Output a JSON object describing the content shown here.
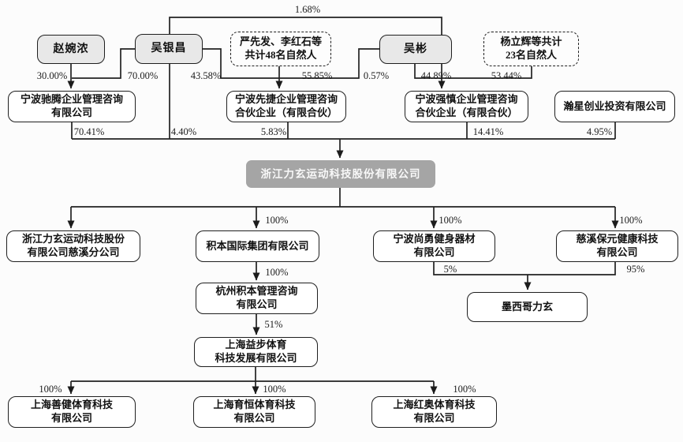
{
  "nodes": {
    "zhao": "赵婉浓",
    "wu_yinchang": "吴银昌",
    "yan_group": "严先发、李红石等\n共计48名自然人",
    "wu_bin": "吴彬",
    "yang_group": "杨立辉等共计\n23名自然人",
    "chiteng": "宁波驰腾企业管理咨询\n有限公司",
    "xianjie": "宁波先捷企业管理咨询\n合伙企业（有限合伙）",
    "qiangshen": "宁波强慎企业管理咨询\n合伙企业（有限合伙）",
    "hanxing": "瀚星创业投资有限公司",
    "lixuan": "浙江力玄运动科技股份有限公司",
    "cixi_branch": "浙江力玄运动科技股份\n有限公司慈溪分公司",
    "jiben": "积本国际集团有限公司",
    "shangyong": "宁波尚勇健身器材\n有限公司",
    "baoyuan": "慈溪保元健康科技\n有限公司",
    "hangzhou_jiben": "杭州积本管理咨询\n有限公司",
    "mexico": "墨西哥力玄",
    "yibu": "上海益步体育\n科技发展有限公司",
    "shanjian": "上海善健体育科技\n有限公司",
    "yuheng": "上海育恒体育科技\n有限公司",
    "hongao": "上海红奥体育科技\n有限公司"
  },
  "ownership_labels": {
    "wu_yinchang_to_qiangshen": "1.68%",
    "zhao_to_chiteng": "30.00%",
    "wu_yinchang_to_chiteng": "70.00%",
    "wu_yinchang_to_xianjie": "43.58%",
    "yan_group_to_xianjie": "55.85%",
    "wu_bin_to_xianjie": "0.57%",
    "wu_bin_to_qiangshen": "44.89%",
    "yang_group_to_qiangshen": "53.44%",
    "chiteng_to_lixuan": "70.41%",
    "wu_yinchang_to_lixuan": "4.40%",
    "xianjie_to_lixuan": "5.83%",
    "qiangshen_to_lixuan": "14.41%",
    "hanxing_to_lixuan": "4.95%",
    "lixuan_to_jiben": "100%",
    "lixuan_to_shangyong": "100%",
    "lixuan_to_baoyuan": "100%",
    "jiben_to_hangzhou_jiben": "100%",
    "hangzhou_jiben_to_yibu": "51%",
    "shangyong_to_mexico": "5%",
    "baoyuan_to_mexico": "95%",
    "yibu_to_shanjian": "100%",
    "yibu_to_yuheng": "100%",
    "yibu_to_hongao": "100%"
  },
  "colors": {
    "line": "#222222",
    "box_border": "#1f1f1f",
    "person_fill": "#e8e8e8",
    "root_fill": "#a5a5a5",
    "root_text": "#f8f8f8"
  }
}
